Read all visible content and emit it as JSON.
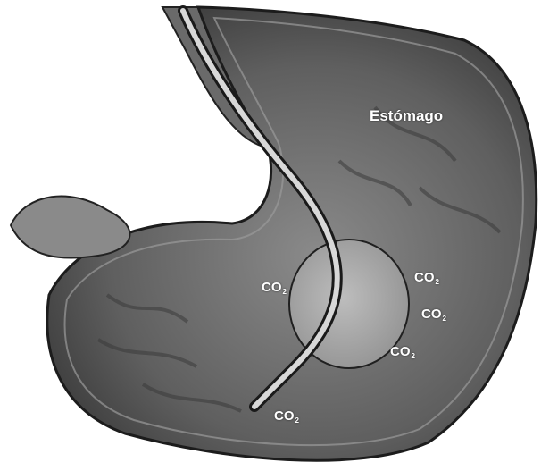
{
  "diagram": {
    "organ_label": "Estómago",
    "gas_labels": [
      {
        "base": "CO",
        "sub": "2"
      },
      {
        "base": "CO",
        "sub": "2"
      },
      {
        "base": "CO",
        "sub": "2"
      },
      {
        "base": "CO",
        "sub": "2"
      },
      {
        "base": "CO",
        "sub": "2"
      }
    ]
  },
  "colors": {
    "background": "#ffffff",
    "stomach_dark": "#3a3a3a",
    "stomach_mid": "#6e6e6e",
    "balloon": "#a9a9a9",
    "label": "#ffffff"
  }
}
